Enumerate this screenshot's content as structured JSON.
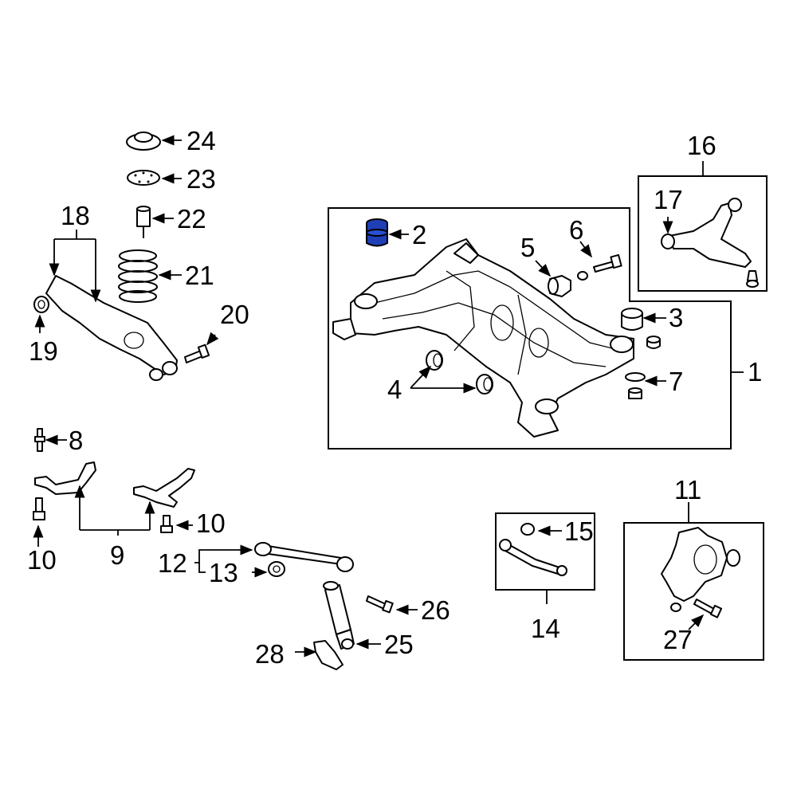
{
  "diagram": {
    "highlight_color": "#1f3fb7",
    "highlighted_part": "2",
    "callouts": {
      "c1": "1",
      "c2": "2",
      "c3": "3",
      "c4": "4",
      "c5": "5",
      "c6": "6",
      "c7": "7",
      "c8": "8",
      "c9": "9",
      "c10a": "10",
      "c10b": "10",
      "c11": "11",
      "c12": "12",
      "c13": "13",
      "c14": "14",
      "c15": "15",
      "c16": "16",
      "c17": "17",
      "c18": "18",
      "c19": "19",
      "c20": "20",
      "c21": "21",
      "c22": "22",
      "c23": "23",
      "c24": "24",
      "c25": "25",
      "c26": "26",
      "c27": "27",
      "c28": "28"
    }
  }
}
